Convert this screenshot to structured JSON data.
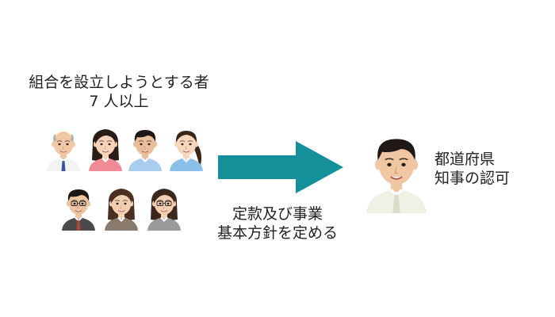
{
  "founders": {
    "line1": "組合を設立しようとする者",
    "line2": "7 人以上",
    "people": [
      {
        "hair": "bald",
        "shirt": "#f3f3f3",
        "tie": "#3a56a8",
        "skin": "#f1c8a6",
        "hair_color": "#b9b1ab"
      },
      {
        "hair": "long",
        "shirt": "#f08a95",
        "tie": "",
        "skin": "#f7d2b8",
        "hair_color": "#2a1c16"
      },
      {
        "hair": "short",
        "shirt": "#a9cdee",
        "tie": "",
        "skin": "#e9bf9b",
        "hair_color": "#1d1715"
      },
      {
        "hair": "ponytail",
        "shirt": "#8cc0e8",
        "tie": "",
        "skin": "#f7d6be",
        "hair_color": "#3a2519"
      },
      {
        "hair": "short",
        "shirt": "#4a4a4a",
        "tie": "#b0453a",
        "skin": "#ecc4a1",
        "hair_color": "#1c1613",
        "glasses": true
      },
      {
        "hair": "bob",
        "shirt": "#8a7a6e",
        "tie": "",
        "skin": "#f3cfb2",
        "hair_color": "#4a3022"
      },
      {
        "hair": "bob",
        "shirt": "#9a9a9a",
        "tie": "",
        "skin": "#f3cfb2",
        "hair_color": "#3b271c",
        "glasses": true
      }
    ]
  },
  "articles": {
    "line1": "定款及び事業",
    "line2": "基本方針を定める"
  },
  "arrow_color": "#13909a",
  "approval": {
    "line1": "都道府県",
    "line2": "知事の認可",
    "person": {
      "hair": "short",
      "shirt": "#eef2e4",
      "tie": "#d8dcc8",
      "skin": "#f0c6a3",
      "hair_color": "#1f1815"
    }
  }
}
